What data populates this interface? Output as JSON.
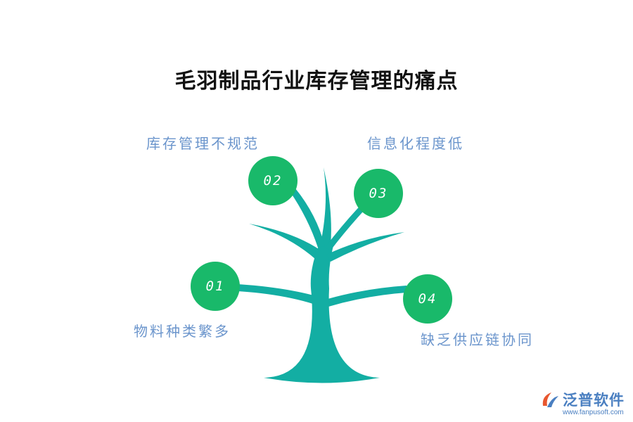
{
  "title": "毛羽制品行业库存管理的痛点",
  "colors": {
    "trunk": "#13aea3",
    "node": "#19b96a",
    "label": "#6b95cc",
    "brand": "#4a7fc1",
    "brand_accent": "#e8572f"
  },
  "nodes": [
    {
      "number": "01",
      "label": "物料种类繁多"
    },
    {
      "number": "02",
      "label": "库存管理不规范"
    },
    {
      "number": "03",
      "label": "信息化程度低"
    },
    {
      "number": "04",
      "label": "缺乏供应链协同"
    }
  ],
  "brand": {
    "name": "泛普软件",
    "url": "www.fanpusoft.com",
    "icon": "fanpu-logo-icon"
  }
}
